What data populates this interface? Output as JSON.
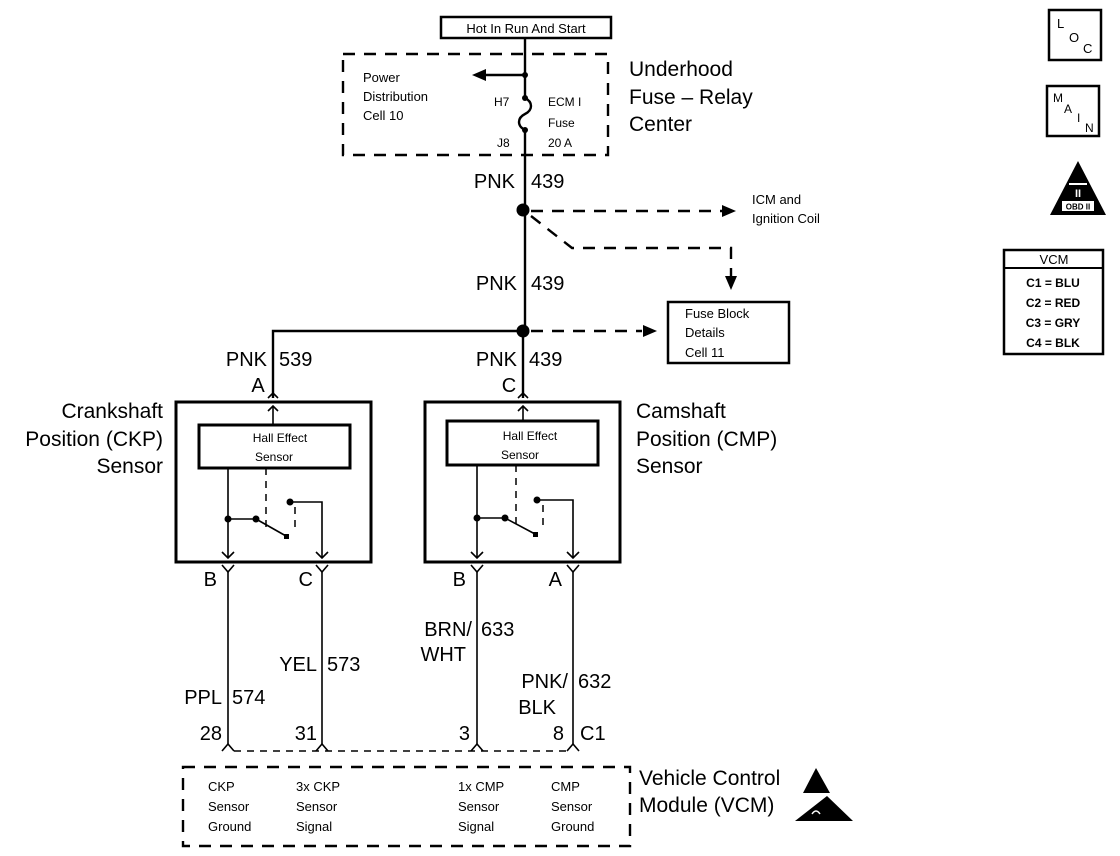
{
  "header": {
    "power_label": "Hot In Run And Start"
  },
  "fuse_center": {
    "title_lines": [
      "Underhood",
      "Fuse – Relay",
      "Center"
    ],
    "power_dist_lines": [
      "Power",
      "Distribution",
      "Cell 10"
    ],
    "pin_top": "H7",
    "pin_bottom": "J8",
    "fuse_lines": [
      "ECM I",
      "Fuse",
      "20 A"
    ]
  },
  "wires": {
    "main_top": {
      "color": "PNK",
      "circuit": "439"
    },
    "main_mid": {
      "color": "PNK",
      "circuit": "439"
    },
    "cmp_feed": {
      "color": "PNK",
      "circuit": "439"
    },
    "ckp_feed": {
      "color": "PNK",
      "circuit": "539"
    },
    "ckp_ground": {
      "color": "PPL",
      "circuit": "574"
    },
    "ckp_signal": {
      "color": "YEL",
      "circuit": "573"
    },
    "cmp_signal": {
      "color_lines": [
        "BRN/",
        "WHT"
      ],
      "circuit": "633"
    },
    "cmp_ground": {
      "color_lines": [
        "PNK/",
        "BLK"
      ],
      "circuit": "632"
    }
  },
  "references": {
    "icm": [
      "ICM and",
      "Ignition Coil"
    ],
    "fuse_block": [
      "Fuse Block",
      "Details",
      "Cell 11"
    ]
  },
  "ckp_sensor": {
    "title_lines": [
      "Crankshaft",
      "Position (CKP)",
      "Sensor"
    ],
    "inner_lines": [
      "Hall Effect",
      "Sensor"
    ],
    "pin_power": "A",
    "pin_ground": "B",
    "pin_signal": "C"
  },
  "cmp_sensor": {
    "title_lines": [
      "Camshaft",
      "Position (CMP)",
      "Sensor"
    ],
    "inner_lines": [
      "Hall Effect",
      "Sensor"
    ],
    "pin_power": "C",
    "pin_signal": "B",
    "pin_ground": "A"
  },
  "vcm": {
    "title_lines": [
      "Vehicle Control",
      "Module (VCM)"
    ],
    "pins": [
      "28",
      "31",
      "3",
      "8"
    ],
    "connector": "C1",
    "functions": [
      [
        "CKP",
        "Sensor",
        "Ground"
      ],
      [
        "3x CKP",
        "Sensor",
        "Signal"
      ],
      [
        "1x CMP",
        "Sensor",
        "Signal"
      ],
      [
        "CMP",
        "Sensor",
        "Ground"
      ]
    ]
  },
  "side_icons": {
    "loc": [
      "L",
      "O",
      "C"
    ],
    "main": [
      "M",
      "A",
      "I",
      "N"
    ],
    "obd": [
      "II",
      "OBD II"
    ]
  },
  "vcm_legend": {
    "title": "VCM",
    "rows": [
      "C1 = BLU",
      "C2 = RED",
      "C3 = GRY",
      "C4 = BLK"
    ]
  }
}
